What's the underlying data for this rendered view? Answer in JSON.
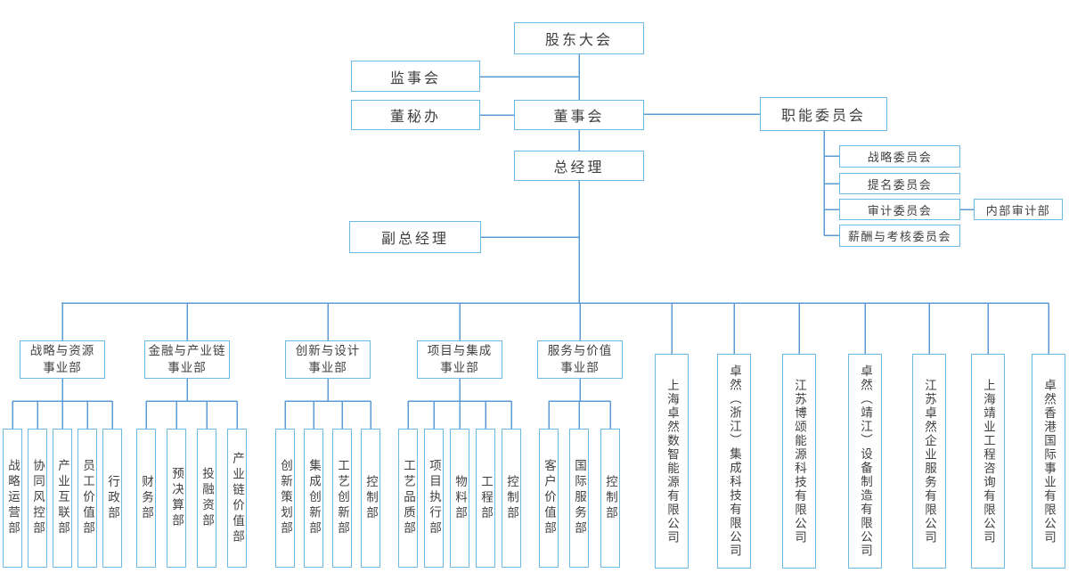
{
  "colors": {
    "box_border": "#6CB9E6",
    "connector_line": "#5B9BD5",
    "text": "#3F3F3F",
    "background": "#FFFFFF"
  },
  "org": {
    "top": {
      "shareholders": "股东大会",
      "supervisory": "监事会",
      "secretary_office": "董秘办",
      "board": "董事会",
      "functional_committees": "职能委员会",
      "general_manager": "总经理",
      "deputy_general_manager": "副总经理"
    },
    "committees": [
      "战略委员会",
      "提名委员会",
      "审计委员会",
      "薪酬与考核委员会"
    ],
    "internal_audit": "内部审计部",
    "divisions": [
      {
        "name": "战略与资源\n事业部",
        "depts": [
          "战略运营部",
          "协同风控部",
          "产业互联部",
          "员工价值部",
          "行政部"
        ]
      },
      {
        "name": "金融与产业链\n事业部",
        "depts": [
          "财务部",
          "预决算部",
          "投融资部",
          "产业链价值部"
        ]
      },
      {
        "name": "创新与设计\n事业部",
        "depts": [
          "创新策划部",
          "集成创新部",
          "工艺创新部",
          "控制部"
        ]
      },
      {
        "name": "项目与集成\n事业部",
        "depts": [
          "工艺品质部",
          "项目执行部",
          "物料部",
          "工程部",
          "控制部"
        ]
      },
      {
        "name": "服务与价值\n事业部",
        "depts": [
          "客户价值部",
          "国际服务部",
          "控制部"
        ]
      }
    ],
    "subsidiaries": [
      "上海卓然数智能源有限公司",
      "卓然（浙江）集成科技有限公司",
      "江苏博颂能源科技有限公司",
      "卓然（靖江）设备制造有限公司",
      "江苏卓然企业服务有限公司",
      "上海靖业工程咨询有限公司",
      "卓然香港国际事业有限公司"
    ]
  }
}
